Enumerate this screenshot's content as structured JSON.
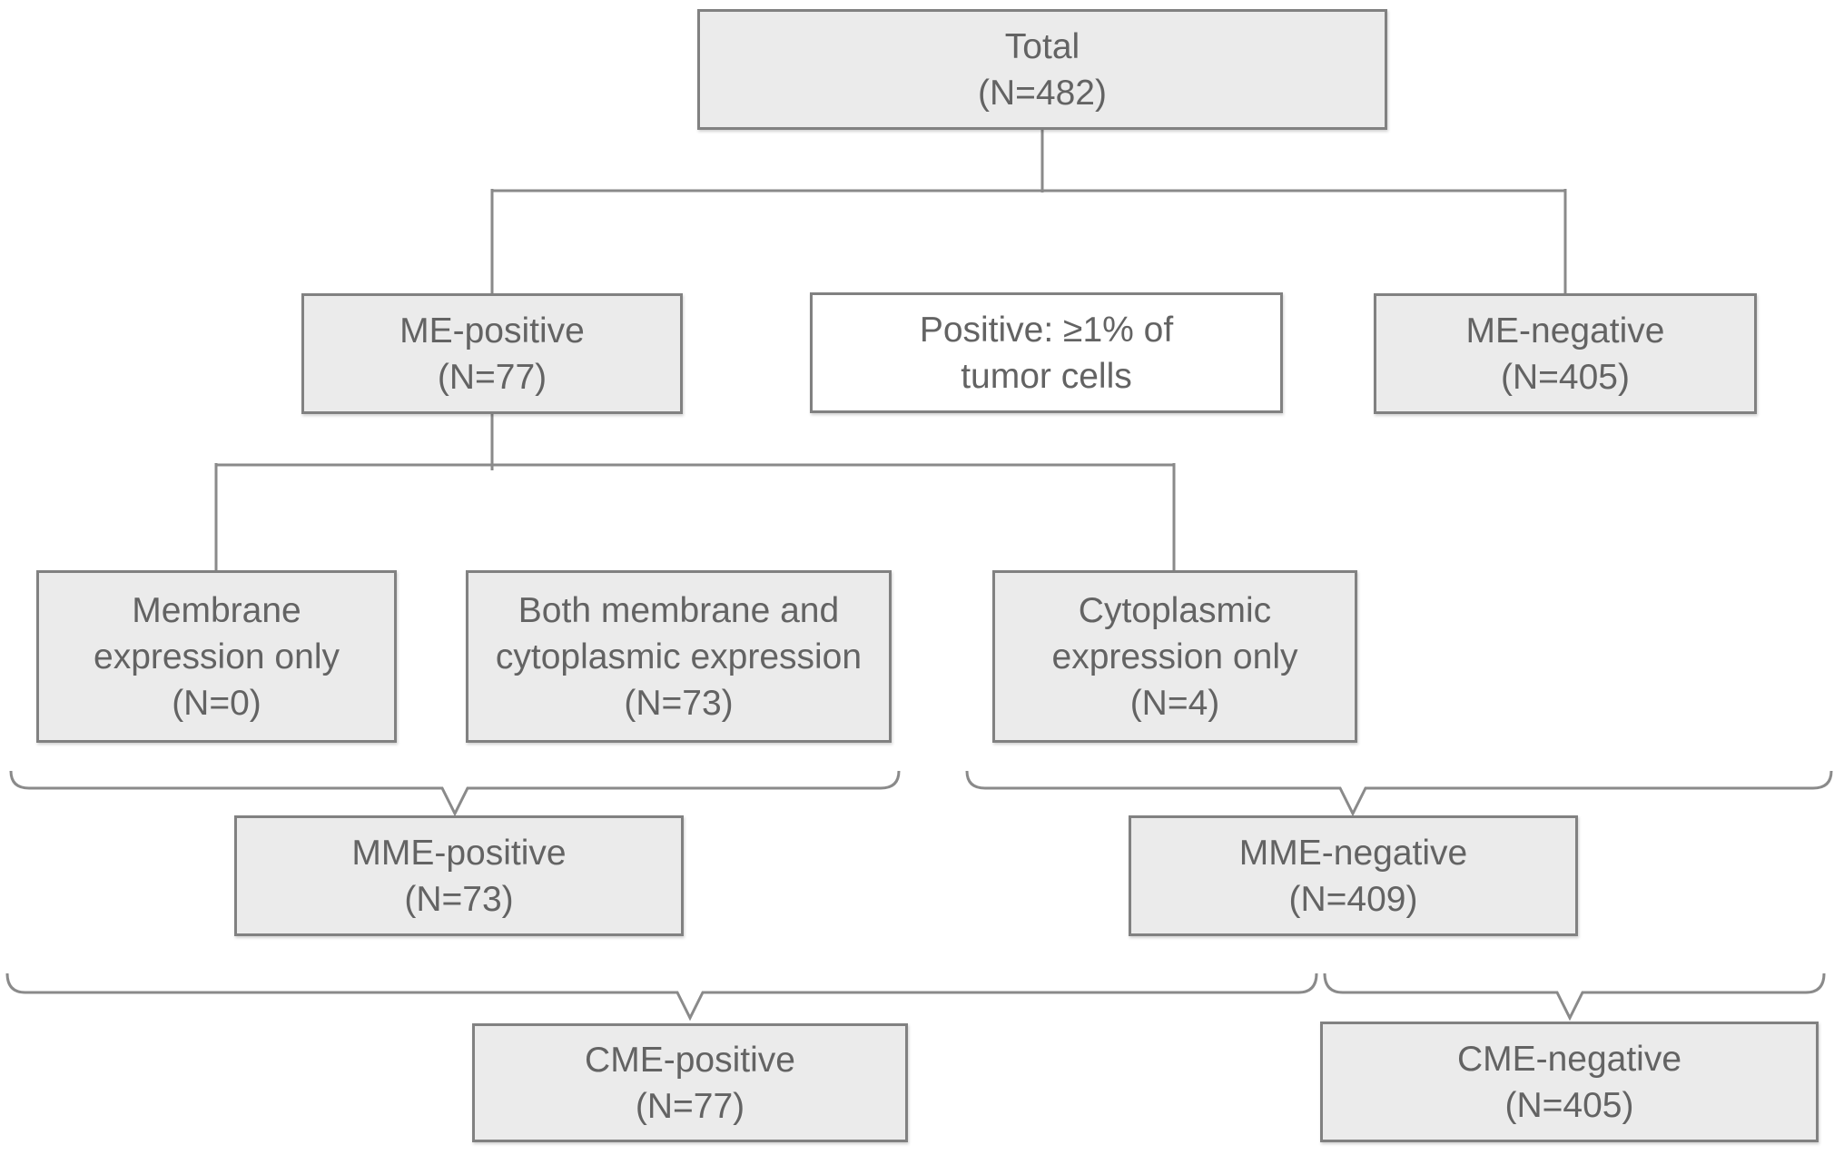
{
  "colors": {
    "background": "#ffffff",
    "box_fill": "#ebebeb",
    "box_border": "#818181",
    "note_fill": "#ffffff",
    "text": "#636363",
    "connector_line": "#8a8a8a"
  },
  "flowchart": {
    "nodes": {
      "total": {
        "text": "Total\n(N=482)"
      },
      "me_positive": {
        "text": "ME-positive\n(N=77)"
      },
      "positive_definition_note": {
        "text": "Positive: ≥1% of\ntumor cells"
      },
      "me_negative": {
        "text": "ME-negative\n(N=405)"
      },
      "membrane_only": {
        "text": "Membrane\nexpression only\n(N=0)"
      },
      "both_membrane_cytoplasmic": {
        "text": "Both membrane and\ncytoplasmic expression\n(N=73)"
      },
      "cytoplasmic_only": {
        "text": "Cytoplasmic\nexpression only\n(N=4)"
      },
      "mme_positive": {
        "text": "MME-positive\n(N=73)"
      },
      "mme_negative": {
        "text": "MME-negative\n(N=409)"
      },
      "cme_positive": {
        "text": "CME-positive\n(N=77)"
      },
      "cme_negative": {
        "text": "CME-negative\n(N=405)"
      }
    }
  }
}
